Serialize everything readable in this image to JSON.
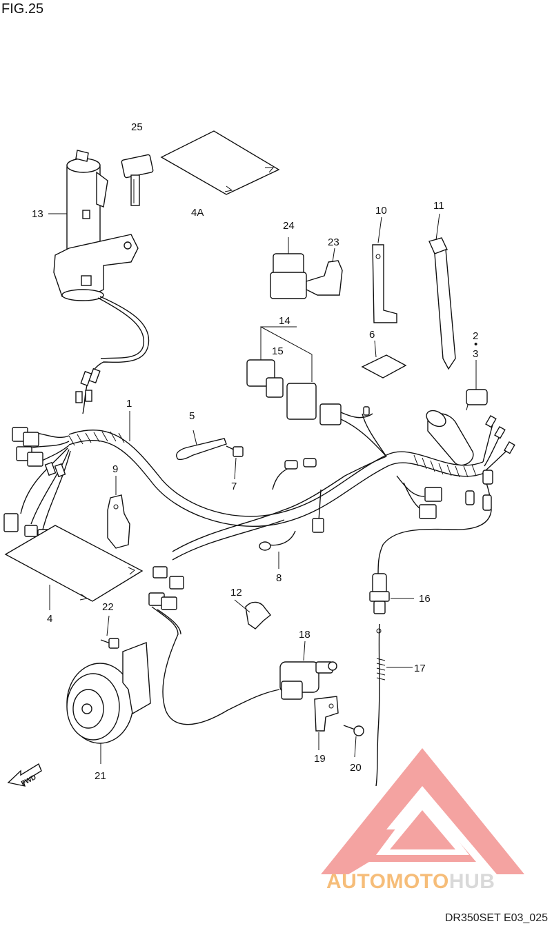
{
  "figure": {
    "title": "FIG.25",
    "code": "DR350SET E03_025",
    "direction_marker": "FWD"
  },
  "watermark": {
    "brand_part1": "AUTOMOTO",
    "brand_part2": "HUB",
    "colors": {
      "triangle": "#f4a3a1",
      "brand_part1": "#f6bd79",
      "brand_part2": "#d9d9d9"
    }
  },
  "callouts": {
    "c1": "1",
    "c2": "2",
    "c3": "3",
    "c4": "4",
    "c4a": "4A",
    "c5": "5",
    "c6": "6",
    "c7": "7",
    "c8": "8",
    "c9": "9",
    "c10": "10",
    "c11": "11",
    "c12": "12",
    "c13": "13",
    "c14": "14",
    "c15": "15",
    "c16": "16",
    "c17": "17",
    "c18": "18",
    "c19": "19",
    "c20": "20",
    "c21": "21",
    "c22": "22",
    "c23": "23",
    "c24": "24",
    "c25": "25",
    "sep": "•"
  }
}
